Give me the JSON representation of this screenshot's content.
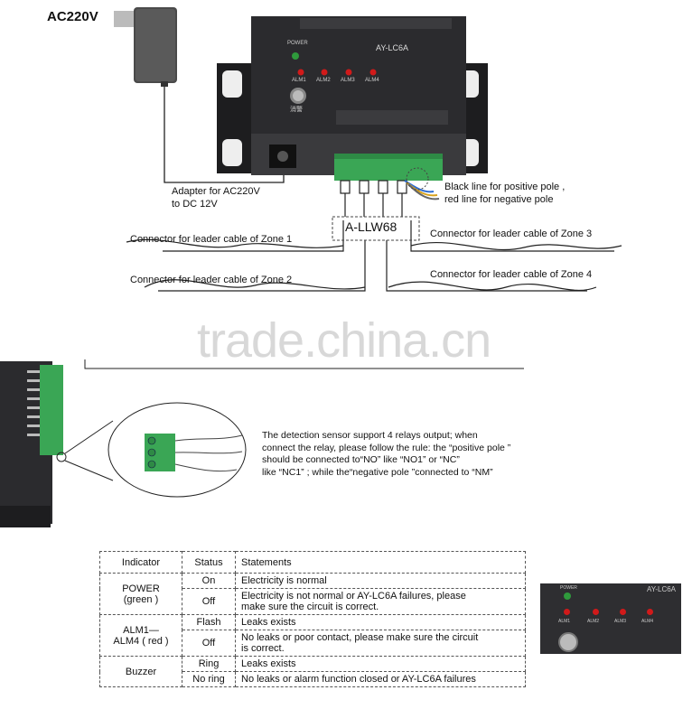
{
  "power_label": "AC220V",
  "adapter_label": [
    "Adapter for AC220V",
    "to  DC 12V"
  ],
  "polarity_label": [
    "Black line for positive pole ,",
    "red line for negative pole"
  ],
  "model_box_label": "A-LLW68",
  "zones": [
    {
      "label": "Connector for  leader cable of  Zone 1"
    },
    {
      "label": "Connector for  leader cable of  Zone 2"
    },
    {
      "label": "Connector for  leader cable of  Zone 3"
    },
    {
      "label": "Connector for  leader cable of  Zone 4"
    }
  ],
  "device": {
    "model": "AY-LC6A",
    "power_led": "POWER",
    "alarm_leds": [
      "ALM1",
      "ALM2",
      "ALM3",
      "ALM4"
    ],
    "mute_label": "消警"
  },
  "watermark": "trade.china.cn",
  "relay_note": [
    "The detection sensor support 4 relays output; when",
    "connect the relay, please follow the rule: the “positive pole ”",
    "should be connected to“NO” like “NO1” or “NC”",
    "like “NC1” ; while the“negative pole ”connected to “NM”"
  ],
  "table": {
    "headers": [
      "Indicator",
      "Status",
      "Statements"
    ],
    "groups": [
      {
        "indicator": "POWER\n(green )",
        "rows": [
          {
            "status": "On",
            "statement": "Electricity is normal"
          },
          {
            "status": "Off",
            "statement": "Electricity is not normal or AY-LC6A failures, please\nmake sure the circuit is correct."
          }
        ]
      },
      {
        "indicator": "ALM1—\nALM4 ( red )",
        "rows": [
          {
            "status": "Flash",
            "statement": "Leaks exists"
          },
          {
            "status": "Off",
            "statement": "No leaks or poor contact, please make sure the circuit\nis correct."
          }
        ]
      },
      {
        "indicator": "Buzzer",
        "rows": [
          {
            "status": "Ring",
            "statement": "Leaks exists"
          },
          {
            "status": "No ring",
            "statement": "No leaks or alarm function closed or AY-LC6A failures"
          }
        ]
      }
    ]
  },
  "colors": {
    "device_body": "#2b2b2e",
    "terminal_green": "#3aa655",
    "led_red": "#d11a1a",
    "led_green": "#2f9a3c"
  }
}
